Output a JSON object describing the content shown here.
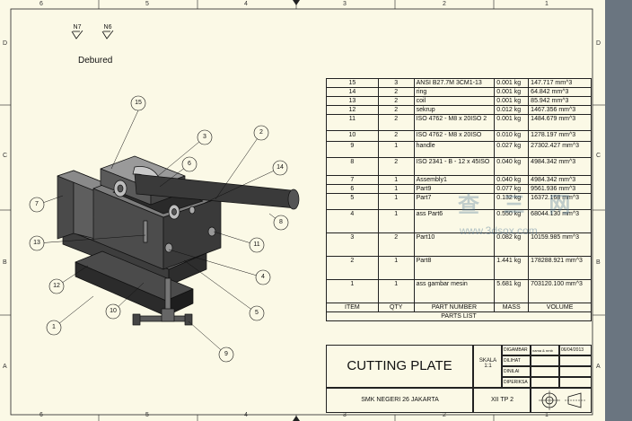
{
  "sheet": {
    "zones_top": [
      "6",
      "5",
      "4",
      "3",
      "2",
      "1"
    ],
    "zones_left": [
      "D",
      "C",
      "B",
      "A"
    ],
    "zones_right": [
      "D",
      "C",
      "B",
      "A"
    ]
  },
  "notes": {
    "finish_symbols": [
      "N7",
      "N6"
    ],
    "debured": "Debured"
  },
  "callouts": [
    "15",
    "3",
    "2",
    "6",
    "14",
    "7",
    "8",
    "13",
    "11",
    "12",
    "4",
    "10",
    "5",
    "1",
    "9"
  ],
  "parts_list": {
    "rows": [
      {
        "item": "15",
        "qty": "3",
        "part": "ANSI B27.7M 3CM1-13",
        "mass": "0.001 kg",
        "volume": "147.717 mm^3"
      },
      {
        "item": "14",
        "qty": "2",
        "part": "ring",
        "mass": "0.001 kg",
        "volume": "64.842 mm^3"
      },
      {
        "item": "13",
        "qty": "2",
        "part": "coil",
        "mass": "0.001 kg",
        "volume": "85.942 mm^3"
      },
      {
        "item": "12",
        "qty": "2",
        "part": "sekrup",
        "mass": "0.012 kg",
        "volume": "1467.356 mm^3"
      },
      {
        "item": "11",
        "qty": "2",
        "part": "ISO 4762 - M8 x 20ISO 2",
        "mass": "0.001 kg",
        "volume": "1484.679 mm^3"
      },
      {
        "item": "10",
        "qty": "2",
        "part": "ISO 4762 - M8 x 20ISO",
        "mass": "0.010 kg",
        "volume": "1278.197 mm^3"
      },
      {
        "item": "9",
        "qty": "1",
        "part": "handle",
        "mass": "0.027 kg",
        "volume": "27302.427 mm^3"
      },
      {
        "item": "8",
        "qty": "2",
        "part": "ISO 2341 - B - 12 x 45ISO",
        "mass": "0.040 kg",
        "volume": "4984.342 mm^3"
      },
      {
        "item": "7",
        "qty": "1",
        "part": "Assembly1",
        "mass": "0.040 kg",
        "volume": "4984.342 mm^3"
      },
      {
        "item": "6",
        "qty": "1",
        "part": "Part9",
        "mass": "0.077 kg",
        "volume": "9561.936 mm^3"
      },
      {
        "item": "5",
        "qty": "1",
        "part": "Part7",
        "mass": "0.132 kg",
        "volume": "16372.168 mm^3"
      },
      {
        "item": "4",
        "qty": "1",
        "part": "ass Part6",
        "mass": "0.550 kg",
        "volume": "68044.130 mm^3"
      },
      {
        "item": "3",
        "qty": "2",
        "part": "Part10",
        "mass": "0.082 kg",
        "volume": "10159.985 mm^3"
      },
      {
        "item": "2",
        "qty": "1",
        "part": "Part8",
        "mass": "1.441 kg",
        "volume": "178288.921 mm^3"
      },
      {
        "item": "1",
        "qty": "1",
        "part": "ass gambar mesin",
        "mass": "5.681 kg",
        "volume": "703120.100 mm^3"
      }
    ],
    "headers": {
      "item": "ITEM",
      "qty": "QTY",
      "part": "PART NUMBER",
      "mass": "MASS",
      "volume": "VOLUME"
    },
    "title": "PARTS LIST"
  },
  "title_block": {
    "title": "CUTTING PLATE",
    "scale_label": "SKALA",
    "scale_value": "1:1",
    "school": "SMK NEGERI 26 JAKARTA",
    "class": "XII TP 2",
    "roles": [
      "DIGAMBAR",
      "DILIHAT",
      "DINILAI",
      "DIPERIKSA"
    ],
    "drawn_name": "nama & nrnb",
    "drawn_date": "06/04/2013"
  },
  "watermark": {
    "line1": "查 三 网",
    "line2": "www.3dsox.com"
  }
}
